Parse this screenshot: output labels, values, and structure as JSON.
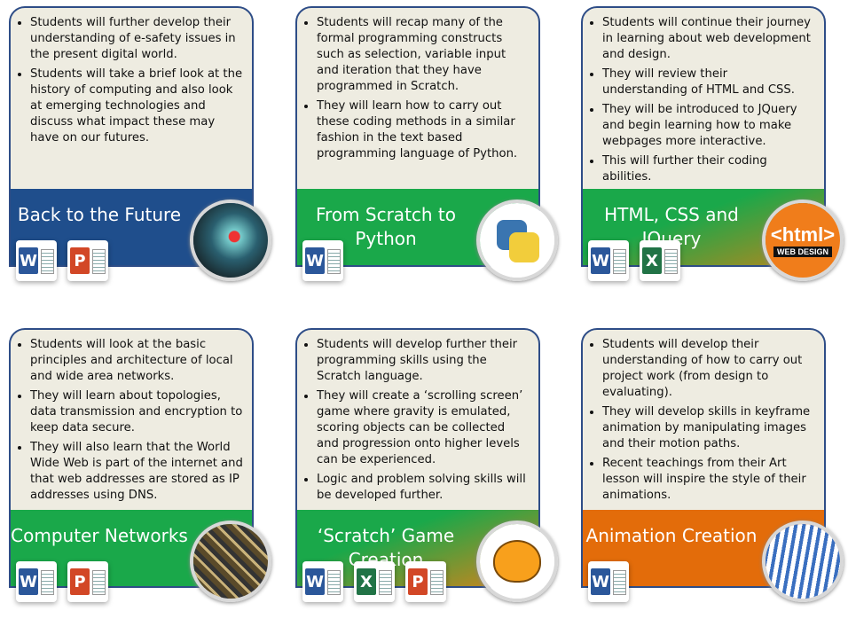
{
  "cards": [
    {
      "title": "Back to the Future",
      "bullets": [
        "Students will further develop their understanding of e-safety issues in the present digital world.",
        "Students will take a brief look at the history of computing and also look at emerging technologies and discuss what impact these may have on our futures."
      ],
      "apps": [
        "W",
        "P"
      ],
      "image": "futuristic-tech-image",
      "color": "#1f4e8c"
    },
    {
      "title": "From Scratch to Python",
      "bullets": [
        "Students will recap many of the formal programming constructs such as selection, variable input and iteration  that they have programmed in Scratch.",
        "They will learn how to carry out these coding methods in a similar fashion in the text based programming language of Python."
      ],
      "apps": [
        "W"
      ],
      "image": "python-logo",
      "color": "#1aa84a"
    },
    {
      "title": "HTML, CSS and JQuery",
      "bullets": [
        "Students will continue their journey in learning about web development and design.",
        "They will review their understanding of HTML and CSS.",
        "They will be introduced to JQuery and begin learning how to make webpages more interactive.",
        "This will further their coding abilities."
      ],
      "apps": [
        "W",
        "X"
      ],
      "image": "html-web-design-logo",
      "image_text": "<html>",
      "image_subtext": "WEB DESIGN",
      "color": "#1aa84a"
    },
    {
      "title": "Computer Networks",
      "bullets": [
        "Students will look at the basic principles and architecture of local and wide area networks.",
        "They will learn about topologies, data transmission and encryption to keep data secure.",
        "They will also learn that the World Wide Web is part of the internet and that web addresses are stored as IP addresses using DNS."
      ],
      "apps": [
        "W",
        "P"
      ],
      "image": "circuit-board-image",
      "color": "#1aa84a"
    },
    {
      "title": "‘Scratch’ Game Creation",
      "bullets": [
        "Students will develop further their programming skills using the Scratch language.",
        "They will create a ‘scrolling screen’ game where gravity is emulated, scoring objects can be collected and progression onto higher levels can be experienced.",
        "Logic and problem solving skills  will be developed further."
      ],
      "apps": [
        "W",
        "X",
        "P"
      ],
      "image": "scratch-cat-logo",
      "color": "#1aa84a"
    },
    {
      "title": "Animation Creation",
      "bullets": [
        "Students will develop their understanding of how to carry out project work (from design to evaluating).",
        "They will develop skills in keyframe animation by  manipulating images and their motion paths.",
        "Recent teachings from their Art lesson will inspire the style of their animations."
      ],
      "apps": [
        "W"
      ],
      "image": "motion-figure-image",
      "color": "#e36c0a"
    }
  ]
}
